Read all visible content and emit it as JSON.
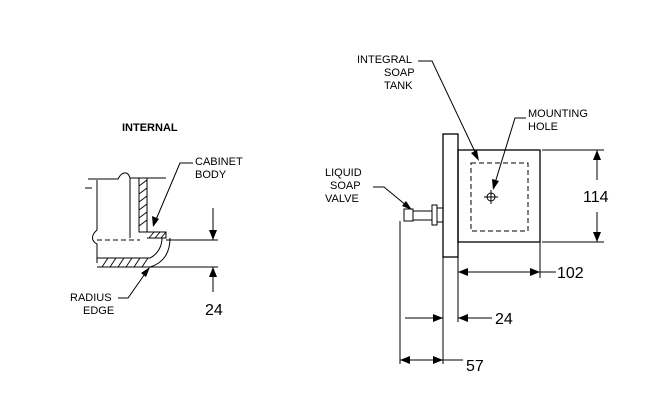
{
  "internal_view": {
    "title": "INTERNAL",
    "cabinet_body": [
      "CABINET",
      "BODY"
    ],
    "radius_edge": [
      "RADIUS",
      "EDGE"
    ],
    "dim_24": "24"
  },
  "side_view": {
    "integral_soap_tank": [
      "INTEGRAL",
      "SOAP",
      "TANK"
    ],
    "mounting_hole": [
      "MOUNTING",
      "HOLE"
    ],
    "liquid_soap_valve": [
      "LIQUID",
      "SOAP",
      "VALVE"
    ],
    "dim_114": "114",
    "dim_102": "102",
    "dim_24": "24",
    "dim_57": "57"
  }
}
